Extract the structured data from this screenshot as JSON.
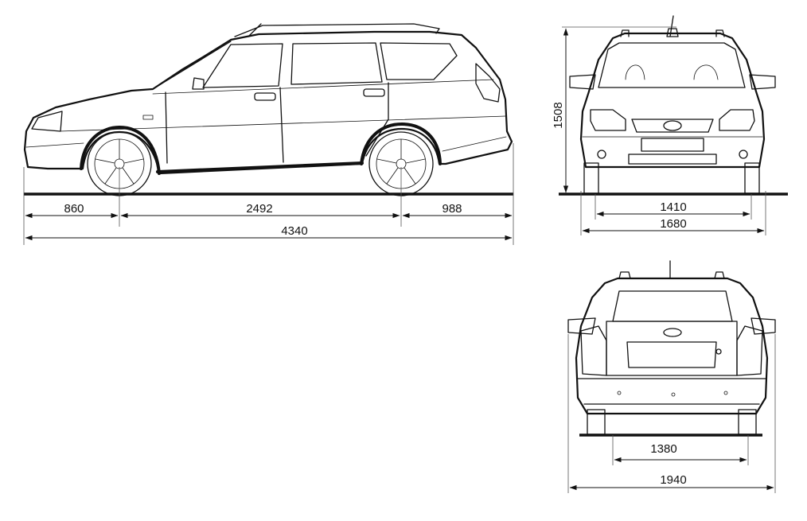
{
  "dimensions": {
    "front_overhang": "860",
    "wheelbase": "2492",
    "rear_overhang": "988",
    "overall_length": "4340",
    "height": "1508",
    "front_track": "1410",
    "width_body": "1680",
    "rear_track": "1380",
    "width_mirrors": "1940"
  },
  "colors": {
    "line": "#111111",
    "background": "#ffffff"
  },
  "icons": {
    "arrowhead": "arrowhead-icon",
    "lada_logo": "lada-emblem-icon"
  }
}
